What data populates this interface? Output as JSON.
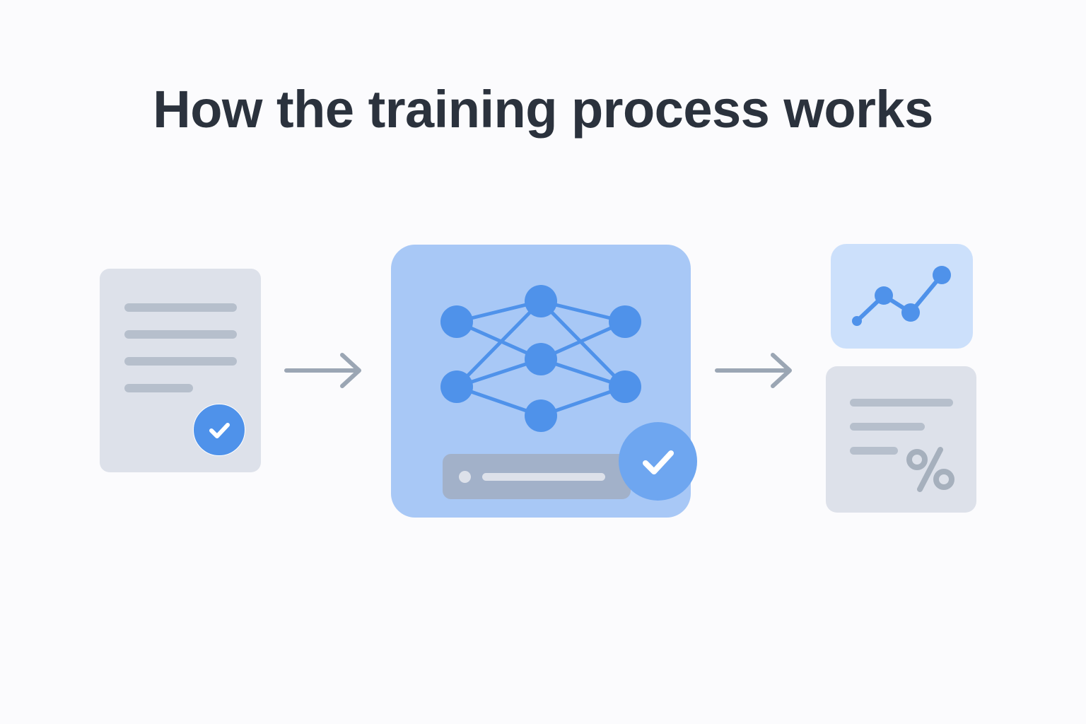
{
  "title": "How the training process works",
  "colors": {
    "background": "#fbfbfd",
    "title_text": "#2b323d",
    "accent_blue": "#4f92ea",
    "model_card": "#a8c8f6",
    "chart_card": "#cce0fb",
    "gray_card": "#dde1ea",
    "gray_line": "#b6bfcc",
    "arrow": "#9ba6b4"
  },
  "steps": [
    {
      "id": "input-data",
      "icons": [
        "document-icon",
        "check-circle-icon"
      ],
      "text_lines": 4
    },
    {
      "id": "model-training",
      "icons": [
        "neural-network-icon",
        "progress-bar-icon",
        "check-circle-icon"
      ]
    },
    {
      "id": "evaluation-results",
      "icons": [
        "line-chart-icon",
        "report-icon",
        "percent-icon"
      ],
      "text_lines": 3
    }
  ],
  "arrows": [
    "arrow-right-icon",
    "arrow-right-icon"
  ],
  "percent_symbol": "%"
}
